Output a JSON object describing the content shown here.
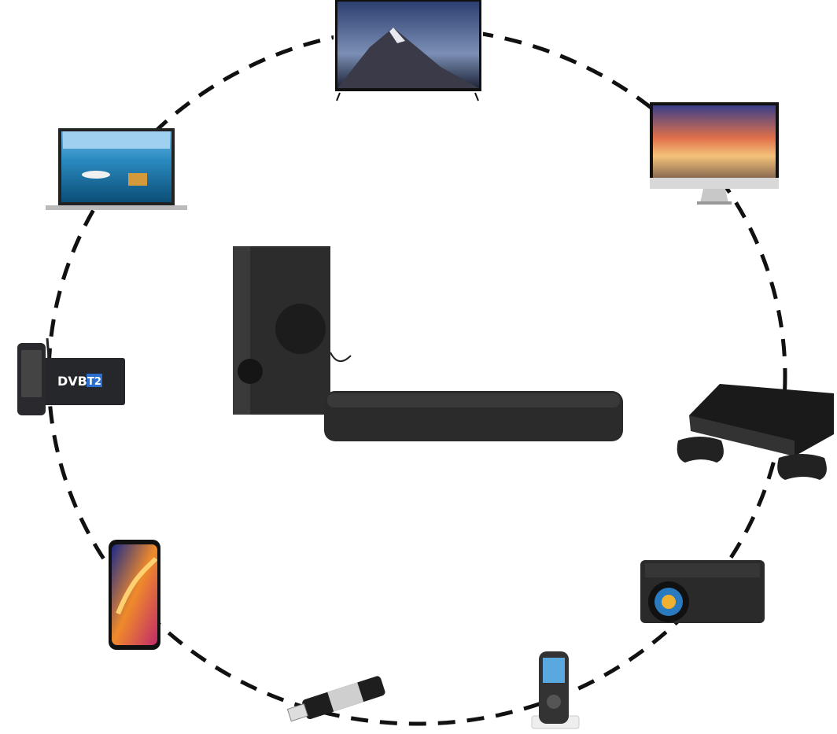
{
  "diagram": {
    "center_device": "soundbar-with-subwoofer",
    "connected_devices": [
      "tv",
      "desktop-monitor",
      "game-console",
      "projector",
      "mp3-player",
      "usb-drive",
      "smartphone",
      "dvb-t2-receiver",
      "laptop"
    ],
    "dvb_logo": "DVB",
    "dvb_logo_suffix": "T2",
    "connector_style": "dashed-circle",
    "colors": {
      "line": "#111111",
      "device": "#2b2b2b",
      "dvb_blue": "#2a6fd0"
    }
  }
}
